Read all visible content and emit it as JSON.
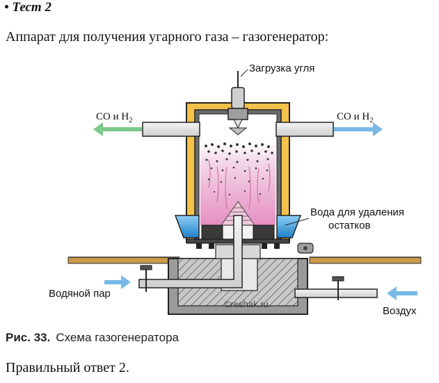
{
  "heading": "• Тест 2",
  "intro": "Аппарат для получения угарного газа – газогенератор:",
  "diagram": {
    "label_coal": "Загрузка угля",
    "label_gas_left": "CO и H",
    "label_gas_right": "CO и H",
    "subscript": "2",
    "label_water_line1": "Вода для удаления",
    "label_water_line2": "остатков",
    "label_steam": "Водяной пар",
    "label_air": "Воздух",
    "watermark": "©reshak.ru"
  },
  "caption": {
    "number": "Рис. 33.",
    "text": "Схема газогенератора"
  },
  "answer": "Правильный ответ 2.",
  "colors": {
    "wall": "#f2c24a",
    "coal": "#d97fb0",
    "water": "#3aa0e0",
    "arrow_left": "#7cc98a",
    "arrow_right": "#78b8e8",
    "concrete": "#bdbdbd"
  }
}
